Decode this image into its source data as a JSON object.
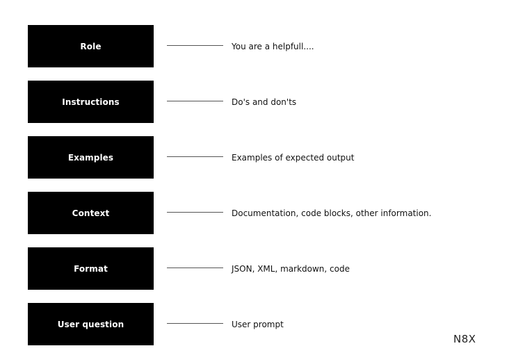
{
  "rows": [
    {
      "label": "Role",
      "description": "You are a helpfull...."
    },
    {
      "label": "Instructions",
      "description": "Do's and don'ts"
    },
    {
      "label": "Examples",
      "description": "Examples of expected output"
    },
    {
      "label": "Context",
      "description": "Documentation, code blocks, other information."
    },
    {
      "label": "Format",
      "description": "JSON, XML, markdown, code"
    },
    {
      "label": "User question",
      "description": "User prompt"
    }
  ],
  "logo": {
    "text": "N8X"
  },
  "colors": {
    "box_fill": "#000000",
    "box_text": "#ffffff",
    "connector": "#555555",
    "text": "#111111"
  }
}
